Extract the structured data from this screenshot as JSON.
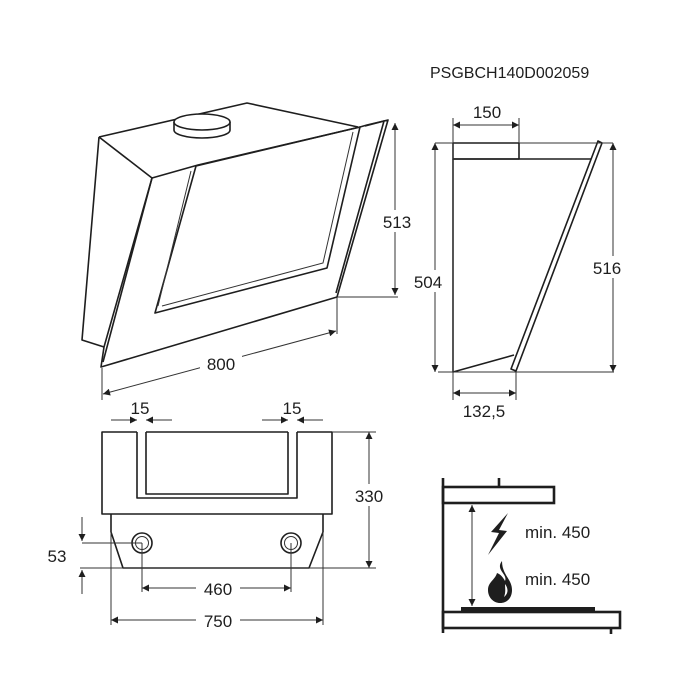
{
  "model_code": "PSGBCH140D002059",
  "perspective_view": {
    "height": "513",
    "width": "800"
  },
  "side_view": {
    "duct_depth": "150",
    "wall_height": "504",
    "glass_height": "516",
    "bottom_depth": "132,5"
  },
  "front_view": {
    "left_slot": "15",
    "right_slot": "15",
    "height": "330",
    "hole_offset": "53",
    "hole_spacing": "460",
    "bottom_width": "750"
  },
  "clearance": {
    "electric_label": "min. 450",
    "gas_label": "min. 450",
    "electric_icon": "lightning-icon",
    "gas_icon": "flame-icon"
  }
}
